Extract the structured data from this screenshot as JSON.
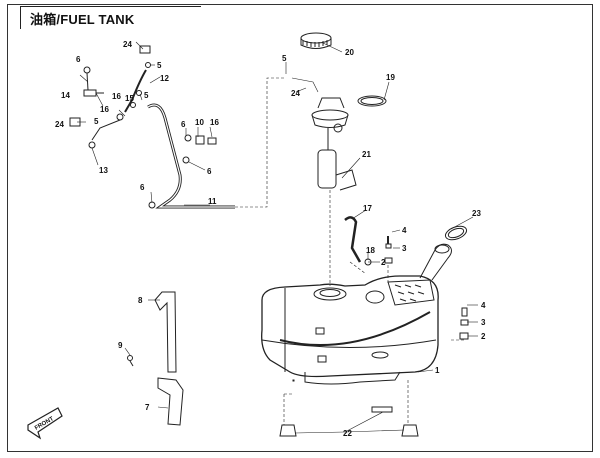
{
  "title": "油箱/FUEL TANK",
  "callouts": {
    "c20": "20",
    "c19": "19",
    "c21": "21",
    "c23": "23",
    "c22": "22",
    "c1": "1",
    "c2a": "2",
    "c2b": "2",
    "c3a": "3",
    "c3b": "3",
    "c4a": "4",
    "c4b": "4",
    "c5a": "5",
    "c5b": "5",
    "c5c": "5",
    "c5d": "5",
    "c6a": "6",
    "c6b": "6",
    "c6c": "6",
    "c6d": "6",
    "c7": "7",
    "c8": "8",
    "c9": "9",
    "c10": "10",
    "c11": "11",
    "c12": "12",
    "c13": "13",
    "c14": "14",
    "c15": "15",
    "c16a": "16",
    "c16b": "16",
    "c16c": "16",
    "c17": "17",
    "c18": "18",
    "c24a": "24",
    "c24b": "24",
    "c24c": "24"
  },
  "front_label": "FRONT"
}
